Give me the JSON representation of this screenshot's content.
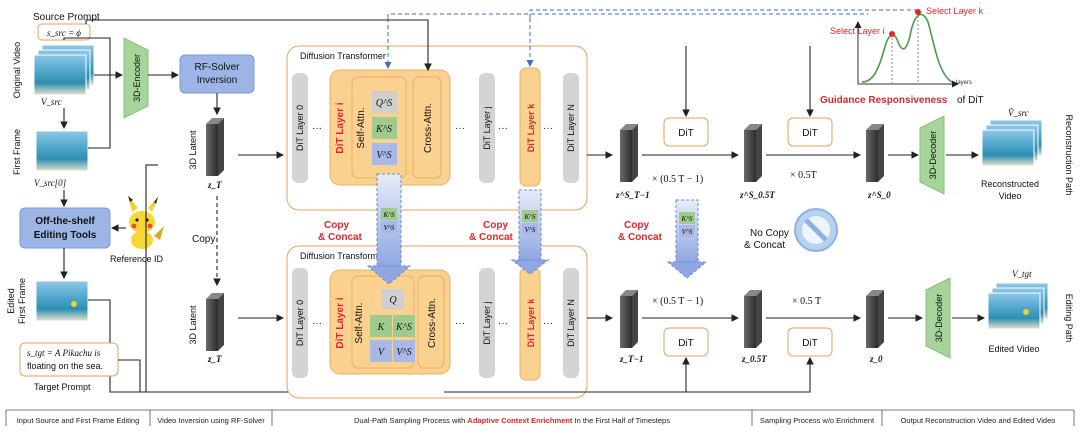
{
  "left": {
    "source_prompt_title": "Source Prompt",
    "source_prompt_eq": "s_src = ϕ",
    "original_video": "Original Video",
    "v_src": "V_src",
    "first_frame": "First Frame",
    "v_src0": "V_src[0]",
    "encoder": "3D-Encoder",
    "rf_solver": [
      "RF-Solver",
      "Inversion"
    ],
    "latent_label": "3D Latent",
    "zT": "z_T",
    "copy": "Copy",
    "editing_tools": [
      "Off-the-shelf",
      "Editing Tools"
    ],
    "reference_id": "Reference ID",
    "edited_first_frame": [
      "Edited",
      "First Frame"
    ],
    "target_prompt_text": [
      "s_tgt = A Pikachu is",
      "floating on the sea."
    ],
    "target_prompt_title": "Target Prompt"
  },
  "transformer": {
    "title": "Diffusion Transformer",
    "layer0": "DiT Layer 0",
    "layer_i": "DiT Layer i",
    "layer_j": "DiT Layer j",
    "layer_k": "DiT Layer k",
    "layer_N": "DiT Layer N",
    "self_attn": "Self-Attn.",
    "cross_attn": "Cross-Attn.",
    "ellipsis": "···",
    "Qs": "Q^S",
    "Ks": "K^S",
    "Vs": "V^S",
    "Q": "Q",
    "K": "K",
    "V": "V"
  },
  "middle": {
    "copy_concat": [
      "Copy",
      "& Concat"
    ],
    "no_copy_concat": [
      "No Copy",
      "& Concat"
    ],
    "dit": "DiT",
    "mult_a": "× (0.5 T − 1)",
    "mult_b": "× 0.5T",
    "mult_c": "× (0.5 T − 1)",
    "mult_d": "× 0.5 T",
    "zT1s": "z^S_T−1",
    "z05s": "z^S_0.5T",
    "z0s": "z^S_0",
    "zT1": "z_T−1",
    "z05": "z_0.5T",
    "z0": "z_0"
  },
  "guidance_plot": {
    "select_i": "Select Layer i",
    "select_k": "Select Layer k",
    "x_label": "layers",
    "caption_red": "Guidance Responsiveness",
    "caption_rest": "of DiT"
  },
  "right": {
    "decoder": "3D-Decoder",
    "recon_path": "Reconstruction Path",
    "editing_path": "Editing Path",
    "v_src_hat": "V̂_src",
    "reconstructed_video": [
      "Reconstructed",
      "Video"
    ],
    "v_tgt": "V_tgt",
    "edited_video": "Edited Video"
  },
  "footer": {
    "s1": "Input Source and First Frame Editing",
    "s2": "Video Inversion using RF-Solver",
    "s3_a": "Dual-Path Sampling Process with ",
    "s3_red": "Adaptive Context Enrichment",
    "s3_b": " In the First Half of Timesteps",
    "s4": "Sampling Process w/o Enrichment",
    "s5": "Output Reconstruction Video and Edited Video"
  },
  "colors": {
    "green": "#a6d49a",
    "blue_box": "#9cb4e6",
    "orange": "#f4c98a",
    "orange_layer": "#fbd18f",
    "gray_layer": "#d4d4d4",
    "red": "#e0262b",
    "transformer_border": "#e9a25f",
    "qkv_green": "#9fcc8e",
    "qkv_blue": "#a9b8e6"
  }
}
